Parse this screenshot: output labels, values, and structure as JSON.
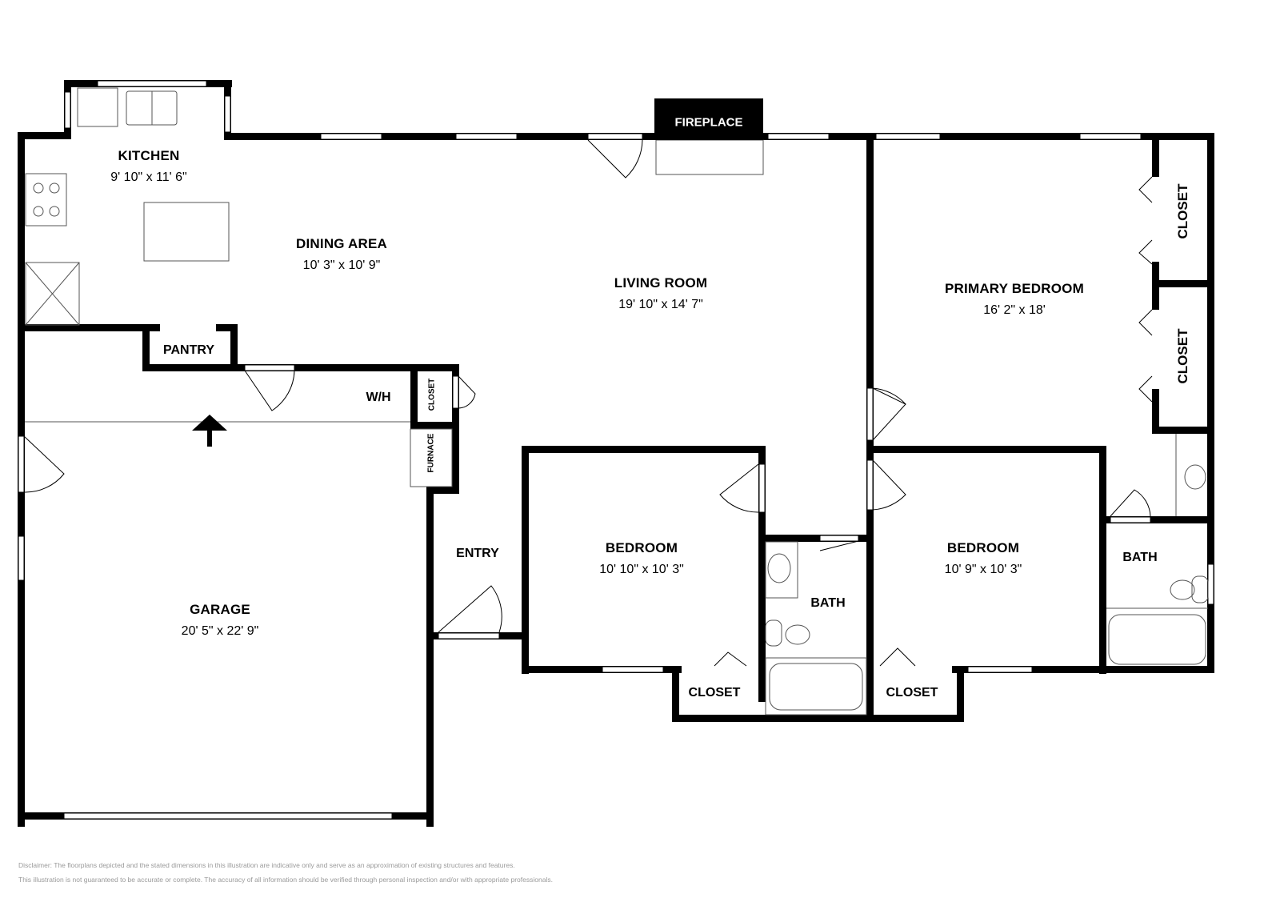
{
  "floorplan": {
    "rooms": [
      {
        "id": "kitchen",
        "name": "KITCHEN",
        "dimensions": "9' 10\" x 11' 6\""
      },
      {
        "id": "dining",
        "name": "DINING AREA",
        "dimensions": "10' 3\" x 10' 9\""
      },
      {
        "id": "living",
        "name": "LIVING ROOM",
        "dimensions": "19' 10\" x 14' 7\""
      },
      {
        "id": "primary",
        "name": "PRIMARY BEDROOM",
        "dimensions": "16' 2\" x 18'"
      },
      {
        "id": "bedroom1",
        "name": "BEDROOM",
        "dimensions": "10' 10\" x 10' 3\""
      },
      {
        "id": "bedroom2",
        "name": "BEDROOM",
        "dimensions": "10' 9\" x 10' 3\""
      },
      {
        "id": "garage",
        "name": "GARAGE",
        "dimensions": "20' 5\" x 22' 9\""
      }
    ],
    "labels": {
      "fireplace": "FIREPLACE",
      "pantry": "PANTRY",
      "water_heater": "W/H",
      "closet_small": "CLOSET",
      "furnace": "FURNACE",
      "entry": "ENTRY",
      "bath_hall": "BATH",
      "bath_primary": "BATH",
      "closet_primary_1": "CLOSET",
      "closet_primary_2": "CLOSET",
      "closet_bedroom1": "CLOSET",
      "closet_bedroom2": "CLOSET"
    }
  },
  "disclaimer": {
    "line1": "Disclaimer: The floorplans depicted and the stated dimensions in this illustration are indicative only and serve as an approximation of existing structures and features.",
    "line2": "This illustration is not guaranteed to be accurate or complete. The accuracy of all information should be verified through personal inspection and/or with appropriate professionals."
  },
  "colors": {
    "wall": "#000000",
    "background": "#ffffff",
    "disclaimer_text": "#9a9a9a"
  }
}
